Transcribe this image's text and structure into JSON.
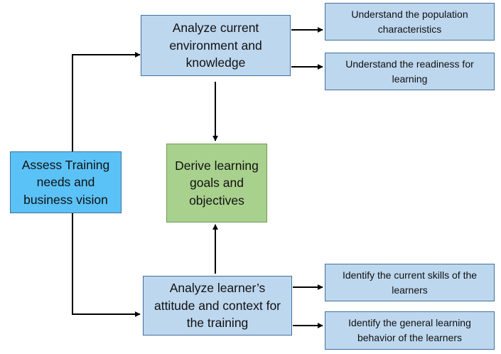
{
  "nodes": {
    "assess": {
      "label": "Assess Training needs and business vision",
      "color": "#5BC2F7"
    },
    "analyze_env": {
      "label": "Analyze current environment and knowledge",
      "color": "#BDD7EE"
    },
    "derive": {
      "label": "Derive learning goals and objectives",
      "color": "#A9D18E"
    },
    "analyze_learner": {
      "label": "Analyze learner’s attitude and context for the training",
      "color": "#BDD7EE"
    },
    "population": {
      "label": "Understand the population characteristics",
      "color": "#BDD7EE"
    },
    "readiness": {
      "label": "Understand the readiness for learning",
      "color": "#BDD7EE"
    },
    "skills": {
      "label": "Identify the current skills of the learners",
      "color": "#BDD7EE"
    },
    "behavior": {
      "label": "Identify the general learning behavior of the learners",
      "color": "#BDD7EE"
    }
  },
  "edges": [
    {
      "from": "assess",
      "to": "analyze_env"
    },
    {
      "from": "assess",
      "to": "analyze_learner"
    },
    {
      "from": "analyze_env",
      "to": "derive"
    },
    {
      "from": "analyze_learner",
      "to": "derive"
    },
    {
      "from": "analyze_env",
      "to": "population"
    },
    {
      "from": "analyze_env",
      "to": "readiness"
    },
    {
      "from": "analyze_learner",
      "to": "skills"
    },
    {
      "from": "analyze_learner",
      "to": "behavior"
    }
  ]
}
